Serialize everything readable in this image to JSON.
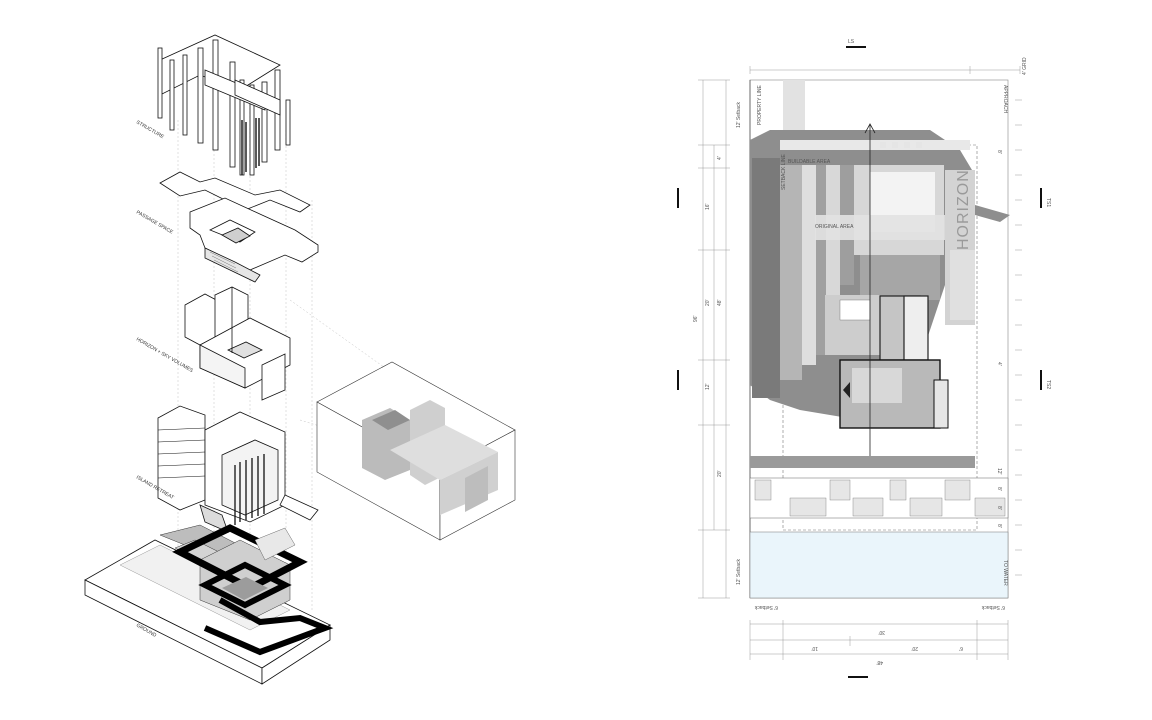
{
  "axon": {
    "labels": {
      "structure": "STRUCTURE",
      "passage": "PASSAGE SPACE",
      "horizon": "HORIZON + SKY VOLUMES",
      "island": "ISLAND RETREAT",
      "ground": "GROUND"
    }
  },
  "plan": {
    "section_marks": {
      "ls": "LS",
      "ts1": "TS1",
      "ts2": "TS2"
    },
    "grid_label": "4' GRID",
    "side_labels": {
      "property_line": "PROPERTY LINE",
      "setback_line": "SETBACK LINE",
      "setback_top": "12' Setback",
      "setback_bottom": "12' Setback",
      "approach": "APPROACH",
      "to_water": "TO WATER",
      "setback_left": "6' Setback",
      "setback_right": "6' Setback"
    },
    "area_labels": {
      "buildable": "BUILDABLE AREA",
      "original": "ORIGINAL AREA",
      "horizon": "HORIZON"
    },
    "dims_left_outer": {
      "total": "96'"
    },
    "dims_left_mid": {
      "d1": "4'",
      "d2": "16'",
      "d3": "48'",
      "d4": "20'"
    },
    "dims_left_inner": {
      "d1": "20'",
      "d2": "12'"
    },
    "dims_right": {
      "r1": "8'",
      "r2": "4'",
      "r3": "12'",
      "r4": "8'",
      "r5": "8'",
      "r6": "8'"
    },
    "dims_bottom": {
      "row1": "30'",
      "row2a": "10'",
      "row2b": "20'",
      "row2c": "6'",
      "row3": "48'"
    }
  }
}
